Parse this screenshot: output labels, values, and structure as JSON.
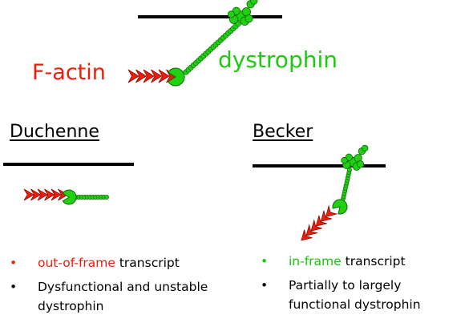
{
  "labels": {
    "factin": "F-actin",
    "dystrophin": "dystrophin"
  },
  "headings": {
    "duchenne": "Duchenne",
    "becker": "Becker"
  },
  "duchenne_points": [
    {
      "bullet": "•",
      "emphasis": "out-of-frame",
      "rest": " transcript"
    },
    {
      "bullet": "•",
      "emphasis": "",
      "rest": "Dysfunctional and unstable dystrophin"
    }
  ],
  "becker_points": [
    {
      "bullet": "•",
      "emphasis": "in-frame",
      "rest": " transcript"
    },
    {
      "bullet": "•",
      "emphasis": "",
      "rest": "Partially to largely functional dystrophin"
    }
  ],
  "colors": {
    "actin_red": "#f21c0a",
    "actin_dark": "#8a0a00",
    "dystrophin_green": "#22d012",
    "dystrophin_dark": "#0b6a05",
    "membrane": "#000000",
    "text": "#000000",
    "green_text": "#16c40b"
  }
}
